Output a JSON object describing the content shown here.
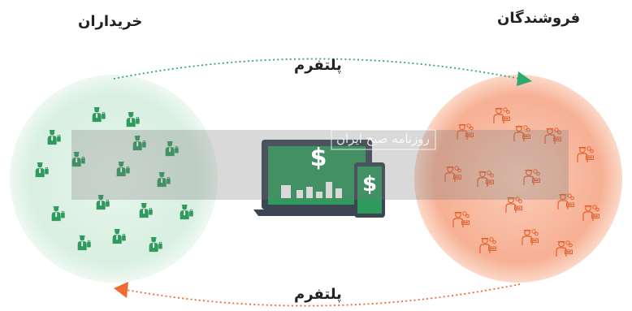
{
  "labels": {
    "buyers": "خریداران",
    "sellers": "فروشندگان",
    "platform_top": "پلتفرم",
    "platform_bottom": "پلتفرم"
  },
  "watermark": {
    "text": "روزنامه صبح ایران"
  },
  "colors": {
    "buyers_circle": "#dcefe4",
    "buyers_icon": "#2e9a5e",
    "sellers_circle": "#f7b89f",
    "sellers_icon": "#e8622e",
    "arrow_top": "#2eaa6e",
    "arrow_bottom": "#ee6a2e",
    "device": "#2e9a5e",
    "device_frame": "#3b4652"
  },
  "icons": {
    "buyer": "buyer-person-icon",
    "seller": "seller-person-icon",
    "laptop": "laptop-icon",
    "phone": "phone-icon",
    "dollar": "dollar-sign-icon"
  },
  "device": {
    "laptop_symbol": "$",
    "phone_symbol": "$"
  }
}
